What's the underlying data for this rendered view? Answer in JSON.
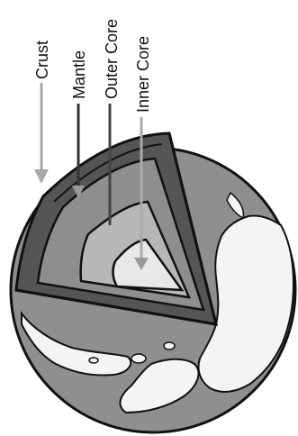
{
  "labels": {
    "crust": "Crust",
    "mantle": "Mantle",
    "outer_core": "Outer Core",
    "inner_core": "Inner Core"
  },
  "colors": {
    "ocean": "#8f8f8f",
    "land": "#f4f4f4",
    "crust": "#555555",
    "mantle": "#8e8e8e",
    "outer_core": "#b7b7b7",
    "inner_core": "#e8e8e8",
    "outline": "#111111"
  }
}
